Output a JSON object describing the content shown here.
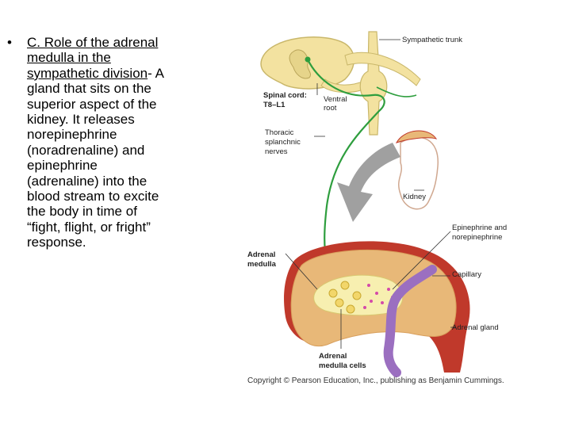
{
  "slide": {
    "bullet": "•",
    "heading": "C. Role of the adrenal medulla in the sympathetic division",
    "body": "- A gland that sits on the superior aspect of the kidney. It releases norepinephrine (noradrenaline) and epinephrine (adrenaline) into the blood stream to excite the body in time of “fight, flight, or fright” response."
  },
  "figure": {
    "labels": {
      "sympathetic_trunk": "Sympathetic trunk",
      "spinal_cord": "Spinal cord:",
      "spinal_level": "T8–L1",
      "ventral_root_1": "Ventral",
      "ventral_root_2": "root",
      "thoracic_1": "Thoracic",
      "thoracic_2": "splanchnic",
      "thoracic_3": "nerves",
      "kidney": "Kidney",
      "epi_1": "Epinephrine and",
      "epi_2": "norepinephrine",
      "adrenal_medulla_1": "Adrenal",
      "adrenal_medulla_2": "medulla",
      "capillary": "Capillary",
      "adrenal_gland": "Adrenal gland",
      "medulla_cells_1": "Adrenal",
      "medulla_cells_2": "medulla cells"
    },
    "copyright": "Copyright © Pearson Education, Inc., publishing as Benjamin Cummings.",
    "colors": {
      "nerve": "#2e9e3e",
      "cortex": "#e8b878",
      "capsule": "#c0392b",
      "medulla": "#f7efb0",
      "capillary": "#9b6fc0",
      "spinal": "#f3e2a0",
      "arrow": "#a0a0a0"
    }
  }
}
